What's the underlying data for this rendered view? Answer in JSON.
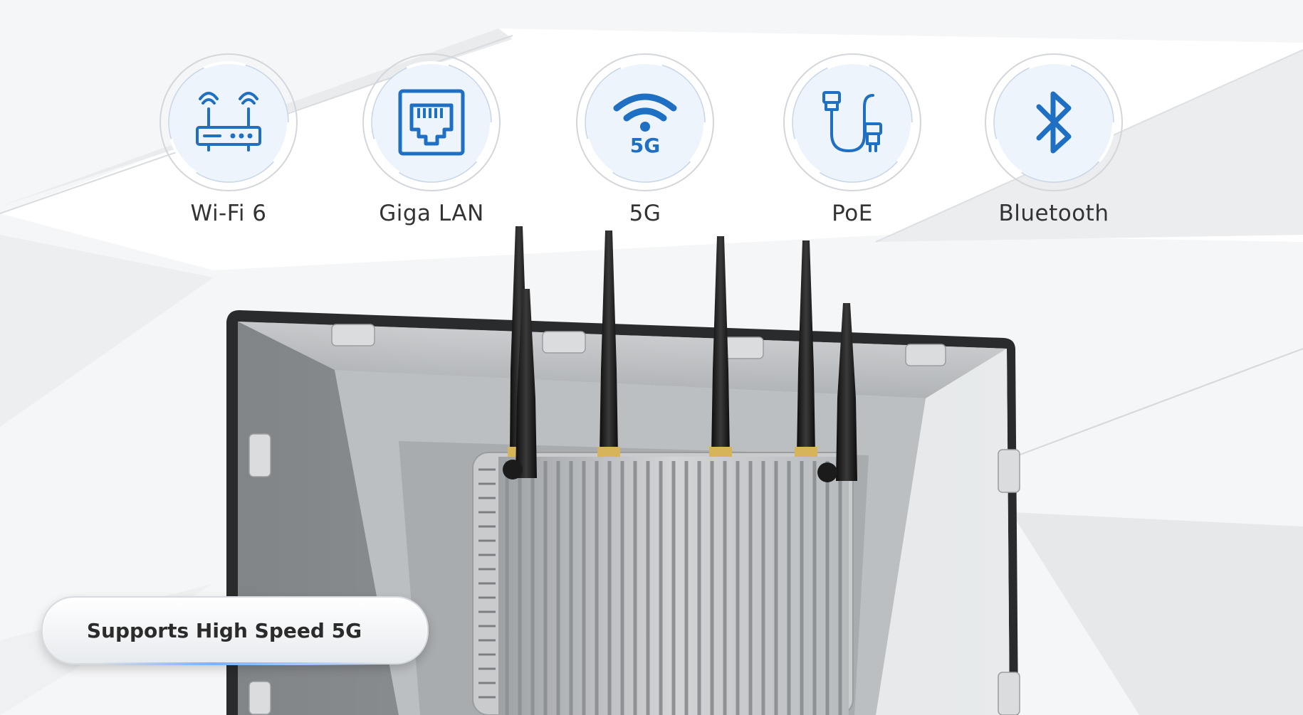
{
  "features": [
    {
      "id": "wifi",
      "label": "Wi-Fi 6",
      "icon": "wifi-router-icon"
    },
    {
      "id": "lan",
      "label": "Giga LAN",
      "icon": "ethernet-port-icon"
    },
    {
      "id": "5g",
      "label": "5G",
      "icon": "5g-signal-icon",
      "icon_text": "5G"
    },
    {
      "id": "poe",
      "label": "PoE",
      "icon": "ethernet-cable-icon"
    },
    {
      "id": "bt",
      "label": "Bluetooth",
      "icon": "bluetooth-icon"
    }
  ],
  "callout": {
    "text": "Supports High Speed 5G"
  },
  "colors": {
    "icon_blue": "#1f6fc3",
    "ring_gray": "#c9cdd2",
    "label_text": "#333333",
    "background": "#f4f5f6",
    "panel_bezel": "#2a2b2d",
    "panel_metal": "#b9bcbf",
    "antenna": "#161616"
  }
}
